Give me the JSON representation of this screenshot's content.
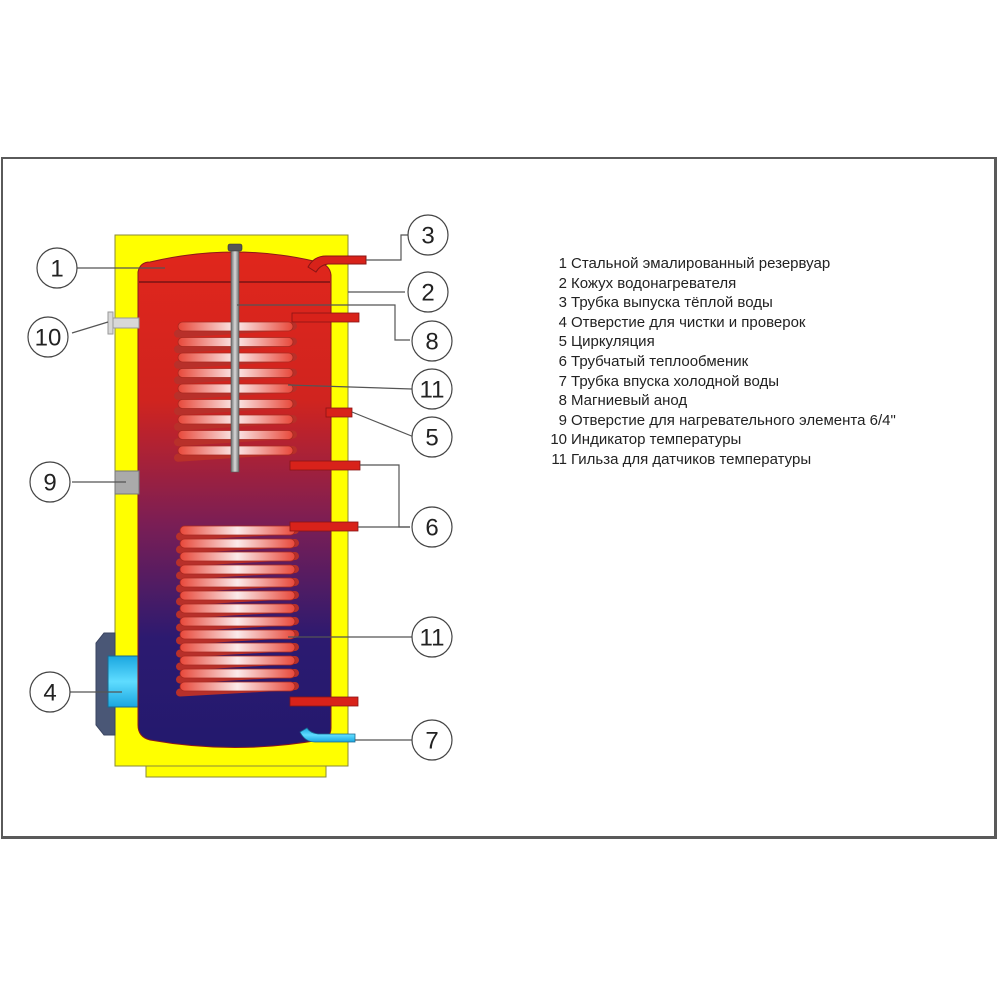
{
  "title": "Water heater with tubular heat exchangers — component diagram",
  "colors": {
    "casing": "#ffff00",
    "tank_top": "#e0261c",
    "tank_bottom": "#23196e",
    "hot_pipe": "#d8221a",
    "cold_pipe": "#27c6ee",
    "cleaning_port": "#4a5776",
    "frame_border": "#5a5a5a"
  },
  "callouts": [
    {
      "num": "1",
      "target": "tank"
    },
    {
      "num": "2",
      "target": "casing"
    },
    {
      "num": "3",
      "target": "hot-water-outlet"
    },
    {
      "num": "10",
      "target": "temperature-indicator"
    },
    {
      "num": "8",
      "target": "magnesium-anode"
    },
    {
      "num": "11",
      "target": "sensor-sleeve-upper"
    },
    {
      "num": "5",
      "target": "circulation"
    },
    {
      "num": "9",
      "target": "heating-element-port"
    },
    {
      "num": "6",
      "target": "heat-exchanger"
    },
    {
      "num": "11",
      "target": "sensor-sleeve-lower"
    },
    {
      "num": "4",
      "target": "cleaning-port"
    },
    {
      "num": "7",
      "target": "cold-water-inlet"
    }
  ],
  "legend": [
    {
      "num": "1",
      "text": "Стальной эмалированный резервуар"
    },
    {
      "num": "2",
      "text": "Кожух водонагревателя"
    },
    {
      "num": "3",
      "text": "Трубка выпуска тёплой воды"
    },
    {
      "num": "4",
      "text": "Отверстие для чистки и проверок"
    },
    {
      "num": "5",
      "text": "Циркуляция"
    },
    {
      "num": "6",
      "text": "Трубчатый теплообменик"
    },
    {
      "num": "7",
      "text": "Трубка впуска холодной воды"
    },
    {
      "num": "8",
      "text": "Магниевый анод"
    },
    {
      "num": "9",
      "text": "Отверстие для нагревательного элемента 6/4\""
    },
    {
      "num": "10",
      "text": "Индикатор температуры"
    },
    {
      "num": "11",
      "text": "Гильза для датчиков температуры"
    }
  ]
}
